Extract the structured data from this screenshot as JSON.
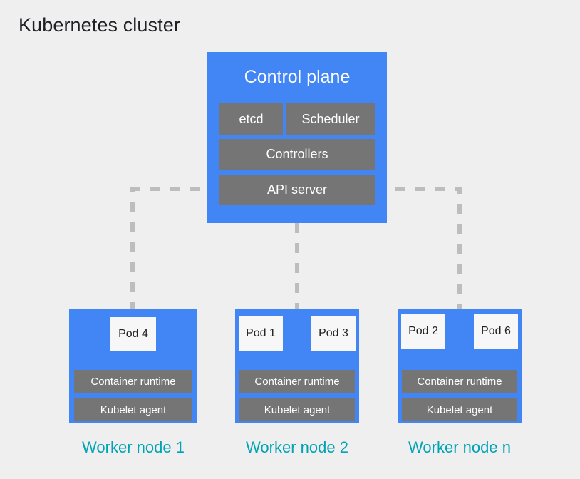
{
  "title": "Kubernetes cluster",
  "colors": {
    "background": "#efefef",
    "node_blue": "#4285f4",
    "component_gray": "#757575",
    "pod_white": "#f7f7f7",
    "caption_teal": "#00a3b4",
    "title_text": "#202124",
    "connector_gray": "#bdbdbd"
  },
  "control_plane": {
    "title": "Control plane",
    "components": [
      {
        "label": "etcd"
      },
      {
        "label": "Scheduler"
      },
      {
        "label": "Controllers"
      },
      {
        "label": "API server"
      }
    ]
  },
  "worker_nodes": [
    {
      "caption": "Worker node 1",
      "pods": [
        {
          "label": "Pod 4"
        }
      ],
      "runtime": "Container runtime",
      "kubelet": "Kubelet agent"
    },
    {
      "caption": "Worker node 2",
      "pods": [
        {
          "label": "Pod 1"
        },
        {
          "label": "Pod 3"
        }
      ],
      "runtime": "Container runtime",
      "kubelet": "Kubelet agent"
    },
    {
      "caption": "Worker node n",
      "pods": [
        {
          "label": "Pod 2"
        },
        {
          "label": "Pod 6"
        }
      ],
      "runtime": "Container runtime",
      "kubelet": "Kubelet agent"
    }
  ],
  "connections": [
    {
      "from": "API server",
      "to": "Worker node 1",
      "style": "dashed"
    },
    {
      "from": "API server",
      "to": "Worker node 2",
      "style": "dashed"
    },
    {
      "from": "API server",
      "to": "Worker node n",
      "style": "dashed"
    }
  ]
}
